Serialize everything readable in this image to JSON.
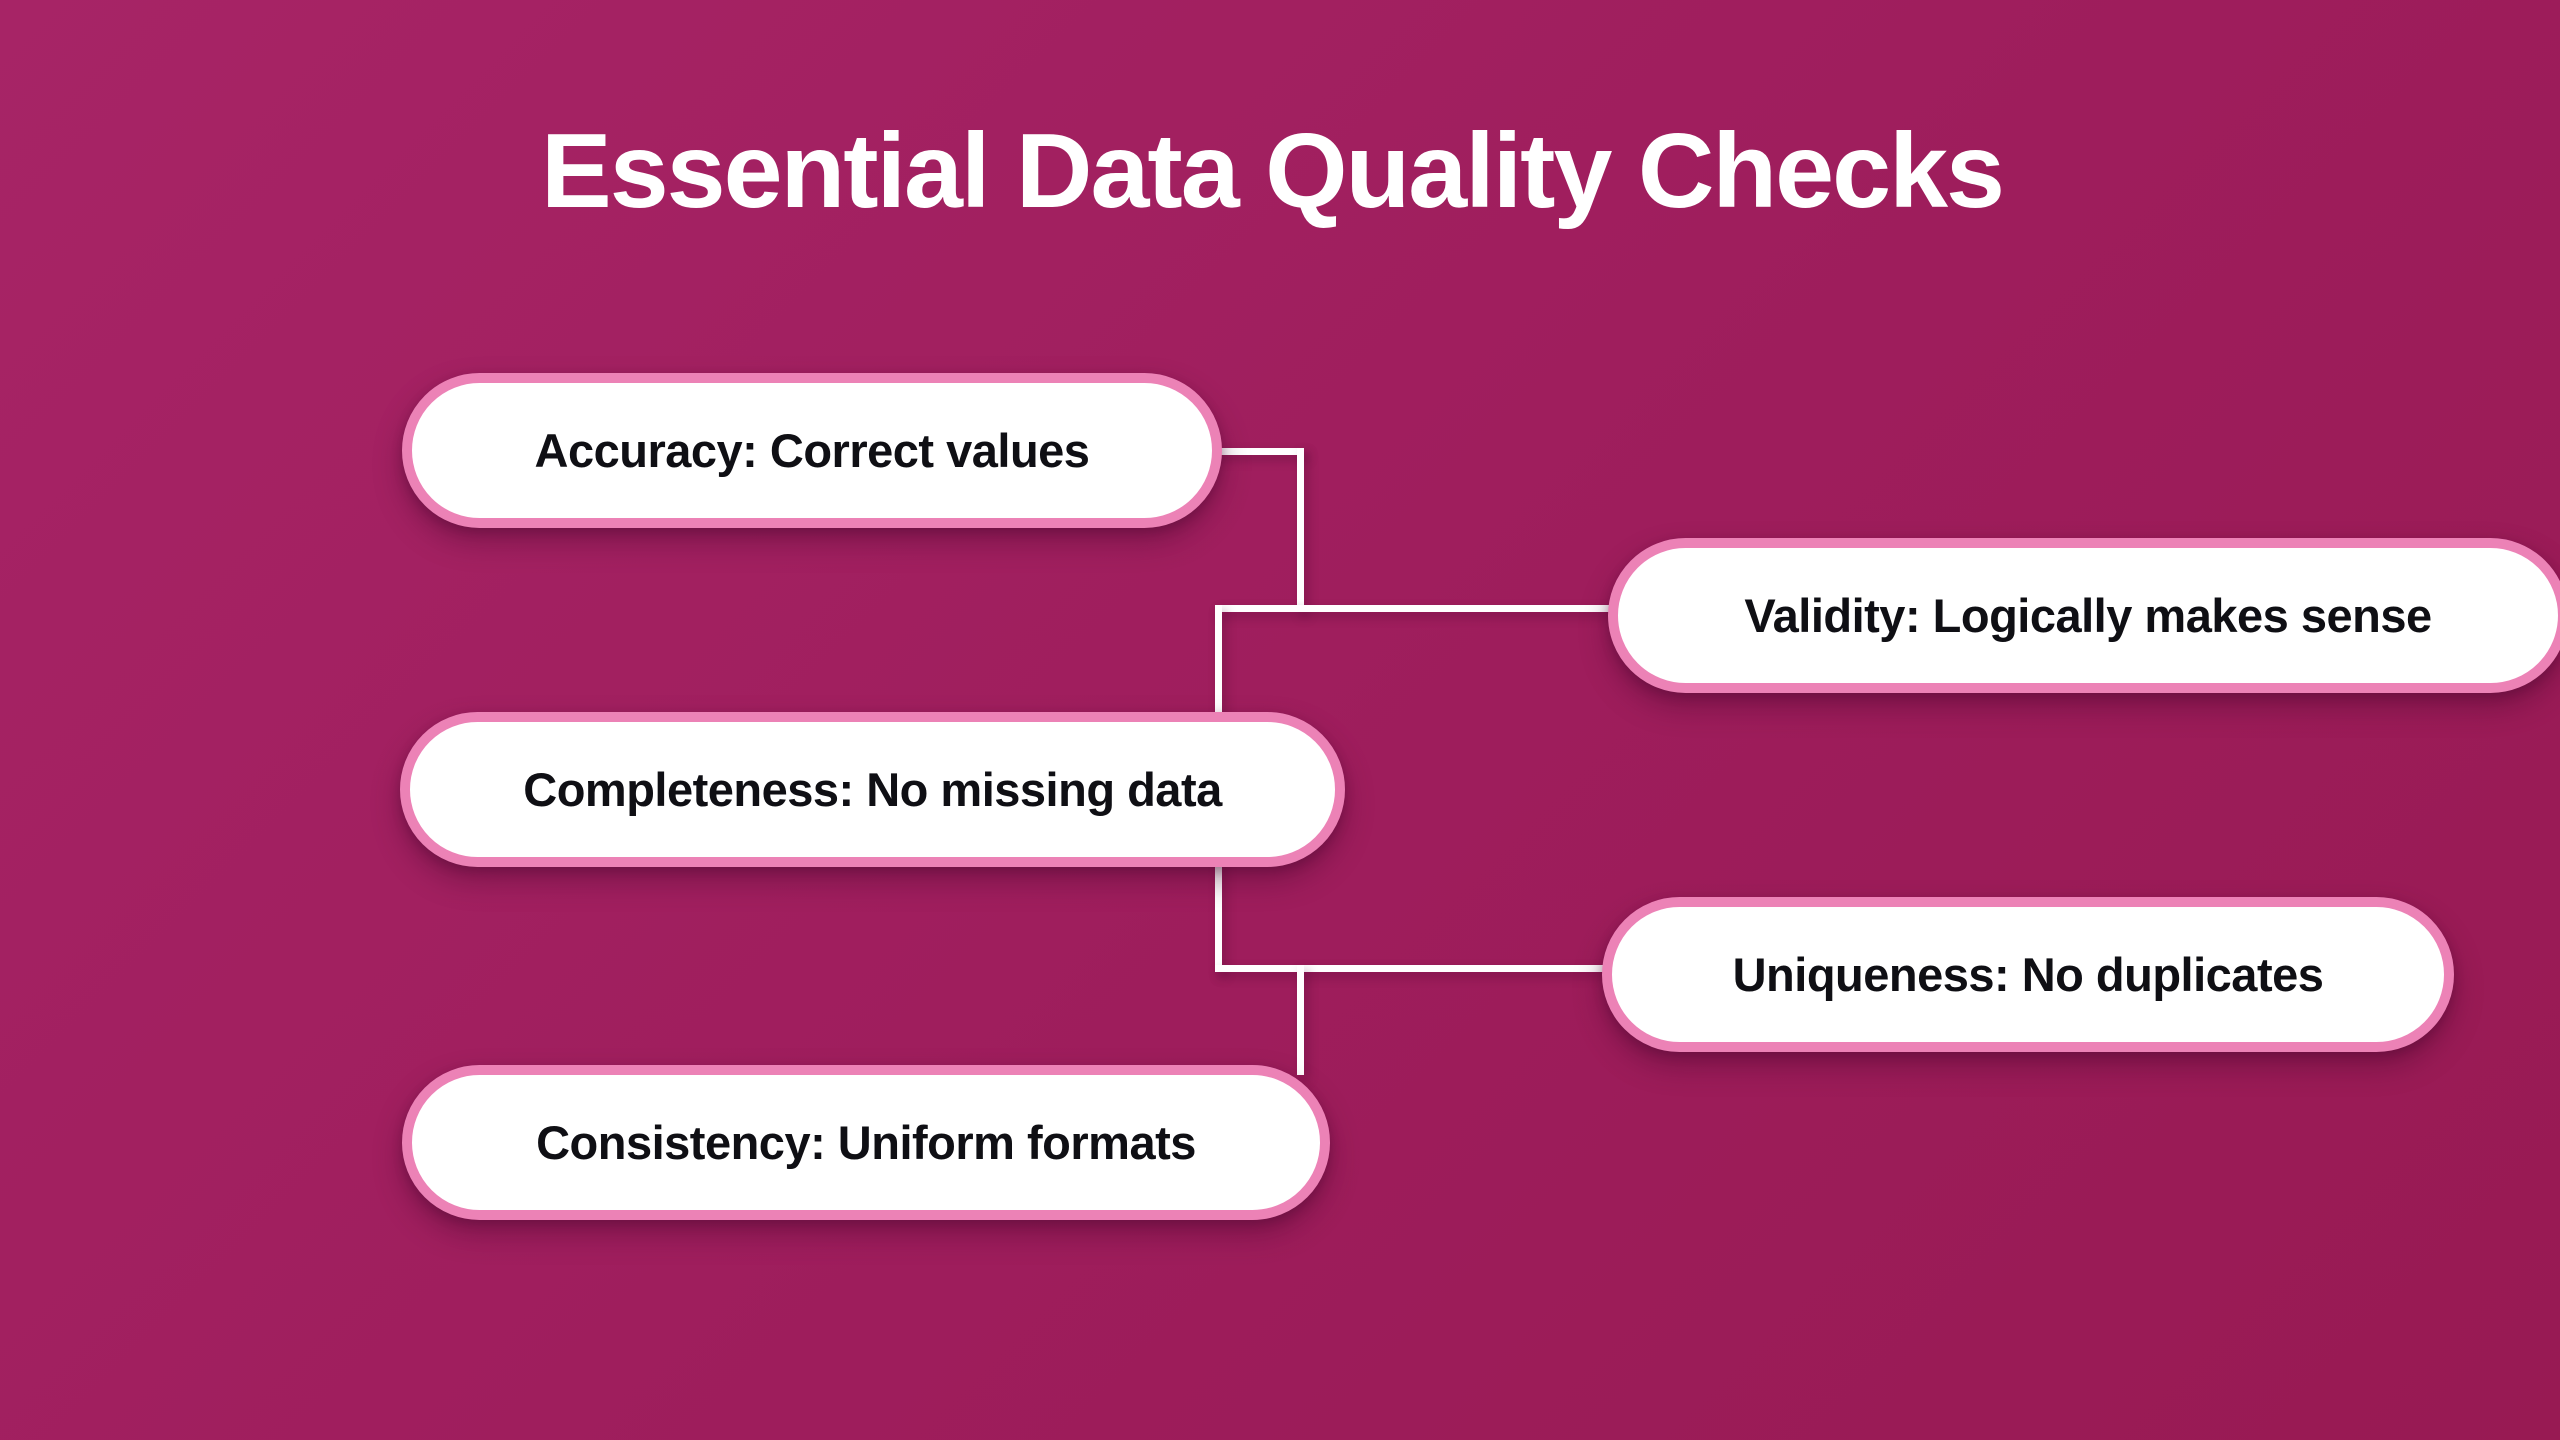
{
  "title": "Essential Data Quality Checks",
  "colors": {
    "background_top_left": "#a72466",
    "background_mid": "#9e1d5c",
    "background_bottom_right": "#981a53",
    "title_text": "#ffffff",
    "box_fill": "#ffffff",
    "box_border": "#ec82b6",
    "box_text": "#0f0f14",
    "connector": "#ffffff"
  },
  "nodes": [
    {
      "id": "accuracy",
      "label": "Accuracy: Correct values"
    },
    {
      "id": "validity",
      "label": "Validity: Logically makes sense"
    },
    {
      "id": "completeness",
      "label": "Completeness: No missing data"
    },
    {
      "id": "uniqueness",
      "label": "Uniqueness: No duplicates"
    },
    {
      "id": "consistency",
      "label": "Consistency: Uniform formats"
    }
  ]
}
